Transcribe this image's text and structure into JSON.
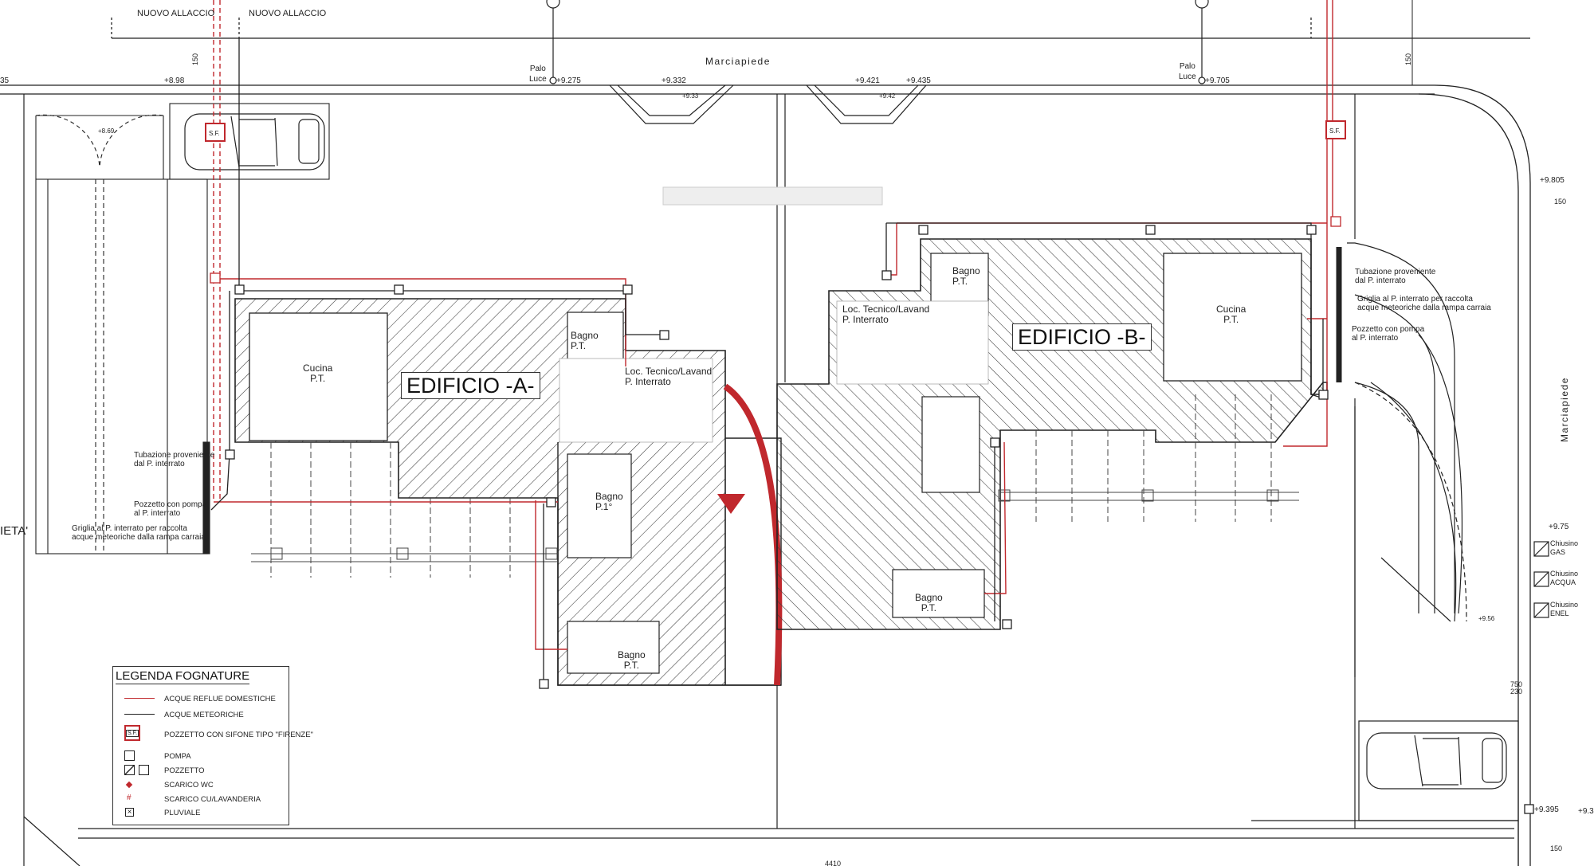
{
  "road": {
    "allaccio_left": "NUOVO ALLACCIO",
    "allaccio_right": "NUOVO ALLACCIO",
    "marciapiede_top": "Marciapiede",
    "marciapiede_right": "Marciapiede",
    "palo_luce": "Palo\nLuce",
    "dim_150": "150",
    "dim_4410": "4410"
  },
  "elevations": {
    "e_35": "35",
    "e_898": "+8.98",
    "e_9275": "+9.275",
    "e_9332": "+9.332",
    "e_933": "+9.33",
    "e_9421": "+9.421",
    "e_9435": "+9.435",
    "e_942": "+9.42",
    "e_9705": "+9.705",
    "e_869": "+8.69",
    "e_9805": "+9.805",
    "e_975": "+9.75",
    "e_956": "+9.56",
    "e_9395": "+9.395",
    "e_93": "+9.3",
    "e_750": "750",
    "e_230": "230"
  },
  "buildings": {
    "a_title": "EDIFICIO -A-",
    "b_title": "EDIFICIO -B-"
  },
  "rooms": {
    "cucina": "Cucina\nP.T.",
    "bagno_pt": "Bagno\nP.T.",
    "bagno_p1": "Bagno\nP.1°",
    "loc_tecnico": "Loc. Tecnico/Lavand\nP. Interrato",
    "sf": "S.F.",
    "proprieta": "IETA'"
  },
  "notes": {
    "tubazione": "Tubazione proveniente\ndal P. interrato",
    "pozzetto": "Pozzetto con pompa\nal P. interrato",
    "griglia": "Griglia al P. interrato per raccolta\nacque meteoriche dalla rampa carraia",
    "chiusino_gas": "Chiusino\nGAS",
    "chiusino_acqua": "Chiusino\nACQUA",
    "chiusino_enel": "Chiusino\nENEL"
  },
  "legend": {
    "title": "LEGENDA FOGNATURE",
    "items": [
      "ACQUE REFLUE DOMESTICHE",
      "ACQUE METEORICHE",
      "POZZETTO CON SIFONE TIPO \"FIRENZE\"",
      "POMPA",
      "POZZETTO",
      "SCARICO WC",
      "SCARICO CU/LAVANDERIA",
      "PLUVIALE"
    ]
  },
  "colors": {
    "ink": "#222222",
    "sewer_red": "#c0282d",
    "hatch": "#3a3a3a"
  }
}
